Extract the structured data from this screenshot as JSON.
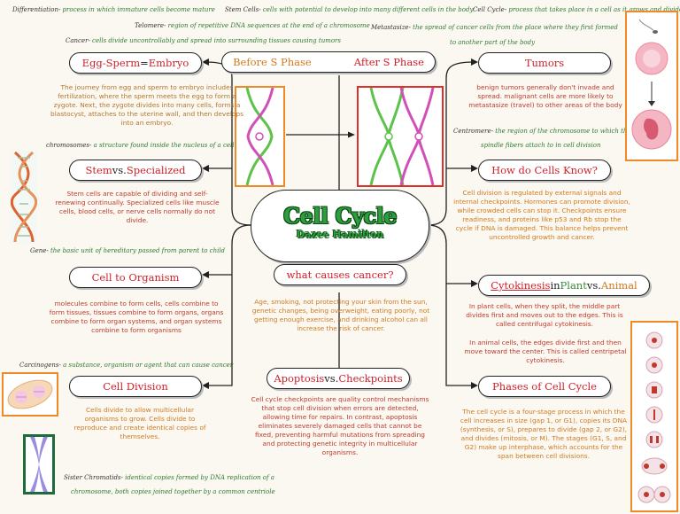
{
  "definitions": {
    "differentiation": {
      "term": "Differentiation",
      "text": "process in which immature cells become mature"
    },
    "stem_cells": {
      "term": "Stem Cells",
      "text": "cells with potential to develop into many different cells in the body"
    },
    "cell_cycle": {
      "term": "Cell Cycle",
      "text": "process that takes place in a cell as it grows and divides"
    },
    "telomere": {
      "term": "Telomere",
      "text": "region of repetitive DNA sequences at the end of a chromosome"
    },
    "metastasize": {
      "term": "Metastasize",
      "text": "the spread of cancer cells from the place where they first formed",
      "text2": "to another part of the body"
    },
    "cancer": {
      "term": "Cancer",
      "text": "cells divide uncontrollably and spread into surrounding tissues causing tumors"
    },
    "chromosomes": {
      "term": "chromosomes",
      "text": "a structure found inside the nucleus of a cell"
    },
    "centromere": {
      "term": "Centromere",
      "text": "the region of the chromosome to which the",
      "text2": "spindle fibers attach to in cell division"
    },
    "gene": {
      "term": "Gene",
      "text": "the basic unit of hereditary passed from parent to child"
    },
    "carcinogens": {
      "term": "Carcinogens",
      "text": "a substance, organism or agent that can cause cancer"
    },
    "sister_chromatids": {
      "term": "Sister Chromatids",
      "text": "identical copies formed by DNA replication of a",
      "text2": "chromosome, both copies joined together by a common centriole"
    }
  },
  "center": {
    "title": "Cell Cycle",
    "author": "Dazee Hamilton"
  },
  "top": {
    "before": "Before S Phase",
    "after": "After S Phase"
  },
  "nodes": {
    "egg": {
      "a": "Egg-Sperm",
      "b": "=",
      "c": "Embryo"
    },
    "stem": {
      "a": "Stem ",
      "b": "vs.",
      "c": "Specialized"
    },
    "organism": "Cell to Organism",
    "division": "Cell Division",
    "tumors": "Tumors",
    "know": "How do Cells Know?",
    "causes": "what causes cancer?",
    "cytokinesis": {
      "a": "Cytokinesis",
      "b": " in ",
      "c": "Plant",
      "d": " vs. ",
      "e": "Animal"
    },
    "phases": "Phases of Cell Cycle",
    "apoptosis": {
      "a": "Apoptosis ",
      "b": "vs.",
      "c": "Checkpoints"
    }
  },
  "paragraphs": {
    "egg": "The journey from egg and sperm to embryo includes fertilization, where the sperm meets the egg to form a zygote. Next, the zygote divides into many cells, forms a blastocyst, attaches to the uterine wall, and then develops into an embryo.",
    "stem": "Stem cells are capable of dividing and self-renewing continually. Specialized cells like muscle cells, blood cells, or nerve cells normally do not divide.",
    "organism": "molecules combine to form cells, cells combine to form tissues, tissues combine to form organs, organs combine to form organ systems, and organ systems combine to form organisms",
    "division": "Cells divide to allow multicellular organisms to grow. Cells divide to reproduce and create identical copies of themselves.",
    "tumors": "benign tumors generally don't invade and spread. malignant cells are more likely to metastasize (travel) to other areas of the body",
    "know": "Cell division is regulated by external signals and internal checkpoints. Hormones can promote division, while crowded cells can stop it. Checkpoints ensure readiness, and proteins like p53 and Rb stop the cycle if DNA is damaged. This balance helps prevent uncontrolled growth and cancer.",
    "causes": "Age, smoking, not protecting your skin from the sun, genetic changes, being overweight, eating poorly, not getting enough exercise, and drinking alcohol can all increase the risk of cancer.",
    "cyto_plant": "In plant cells, when they split, the middle part divides first and moves out to the edges. This is called centrifugal cytokinesis.",
    "cyto_animal": "In animal cells, the edges divide first and then move toward the center. This is called centripetal cytokinesis.",
    "phases": "The cell cycle is a four-stage process in which the cell increases in size (gap 1, or G1), copies its DNA (synthesis, or S), prepares to divide (gap 2, or G2), and divides (mitosis, or M). The stages (G1, S, and G2) make up interphase, which accounts for the span between cell divisions.",
    "apoptosis": "Cell cycle checkpoints are quality control mechanisms that stop cell division when errors are detected, allowing time for repairs. In contrast, apoptosis eliminates severely damaged cells that cannot be fixed, preventing harmful mutations from spreading and protecting genetic integrity in multicellular organisms."
  },
  "colors": {
    "accent": "#c0392b",
    "orange": "#d07a1e",
    "green": "#3a8a35",
    "frame_orange": "#f08a24",
    "frame_red": "#e0302a"
  }
}
